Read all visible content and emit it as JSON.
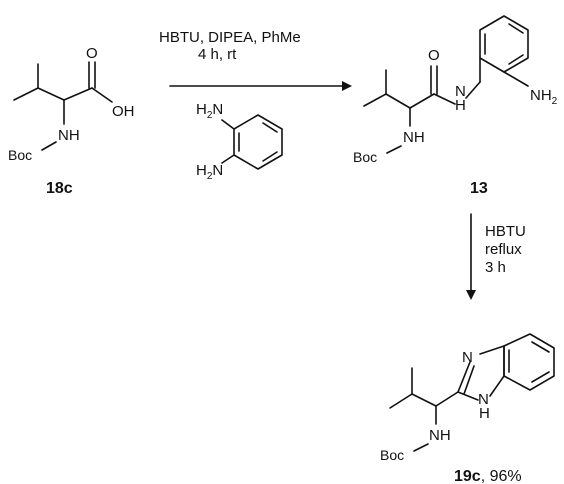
{
  "colors": {
    "ink": "#111111",
    "boc": "#d62b1f",
    "background": "#ffffff"
  },
  "reaction1": {
    "conditions_line1": "HBTU, DIPEA, PhMe",
    "conditions_line2": "4 h, rt"
  },
  "reaction2": {
    "conditions": [
      "HBTU",
      "reflux",
      "3 h"
    ]
  },
  "compounds": {
    "c18c": {
      "id": "18c"
    },
    "c13": {
      "id": "13"
    },
    "c19c": {
      "id": "19c",
      "yield": ", 96%"
    }
  },
  "atoms": {
    "O": "O",
    "OH": "OH",
    "NH": "NH",
    "H": "H",
    "N": "N",
    "Boc": "Boc",
    "H2N": {
      "pre": "H",
      "sub": "2",
      "post": "N"
    },
    "NH2": {
      "pre": "NH",
      "sub": "2"
    }
  }
}
